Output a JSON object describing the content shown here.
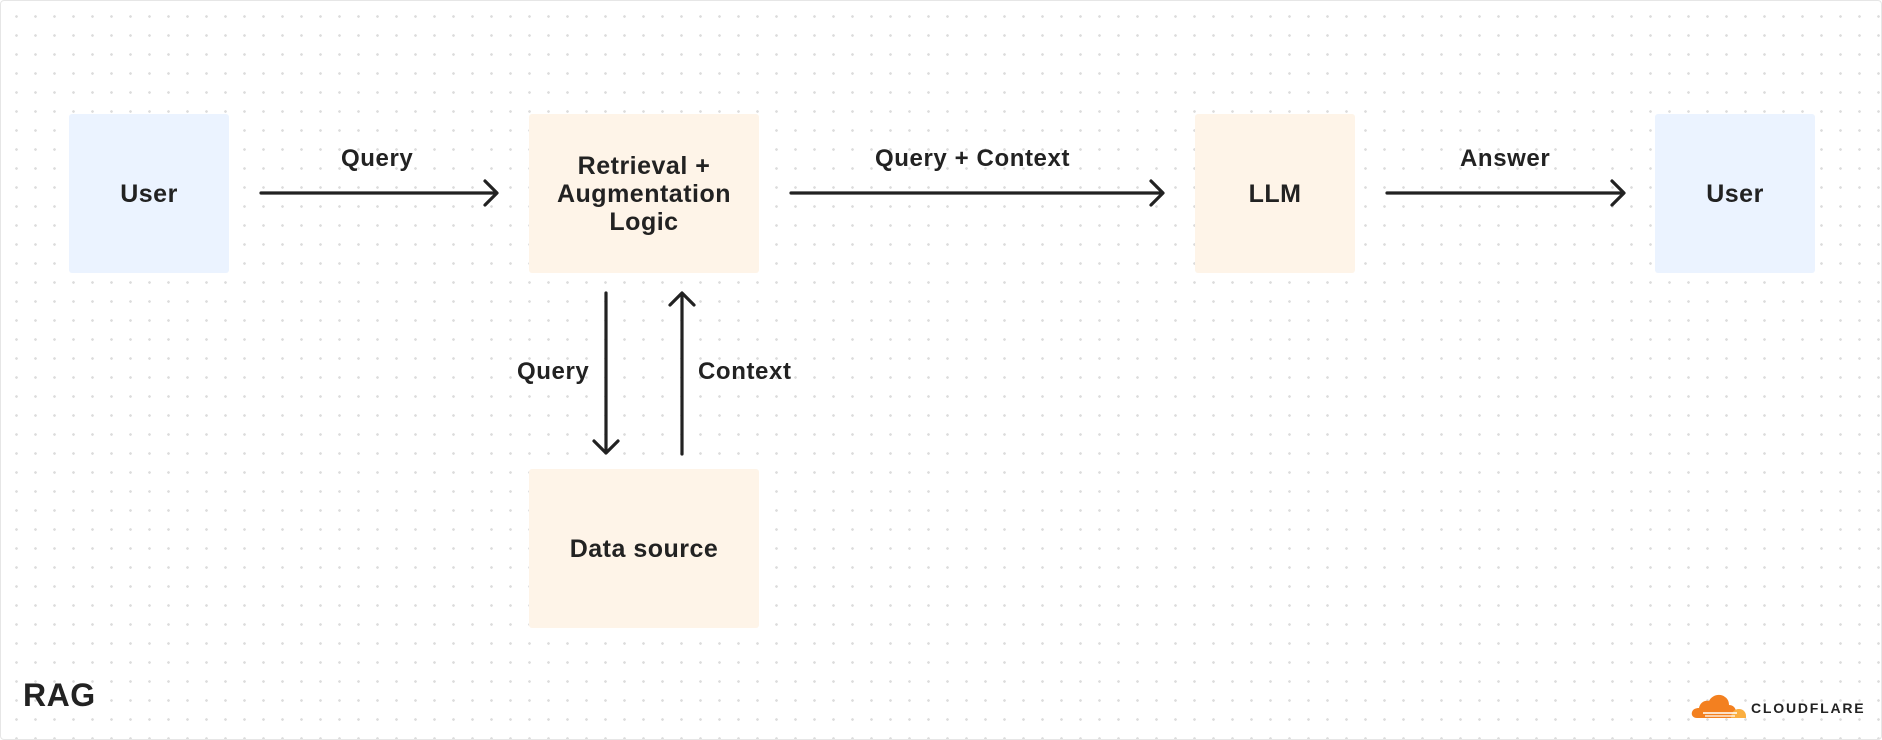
{
  "title": "RAG",
  "nodes": {
    "user_left": "User",
    "retrieval": "Retrieval +\nAugmentation\nLogic",
    "llm": "LLM",
    "user_right": "User",
    "data_source": "Data source"
  },
  "edges": {
    "user_to_retrieval": "Query",
    "retrieval_to_llm": "Query + Context",
    "llm_to_user": "Answer",
    "retrieval_to_data": "Query",
    "data_to_retrieval": "Context"
  },
  "brand": {
    "name": "CLOUDFLARE"
  },
  "colors": {
    "user_box": "#ebf3ff",
    "logic_box": "#fef4e8",
    "arrow": "#222222",
    "brand_orange": "#f38020",
    "brand_orange_light": "#faae40"
  },
  "icons": {
    "brand_logo": "cloudflare-cloud-icon"
  }
}
